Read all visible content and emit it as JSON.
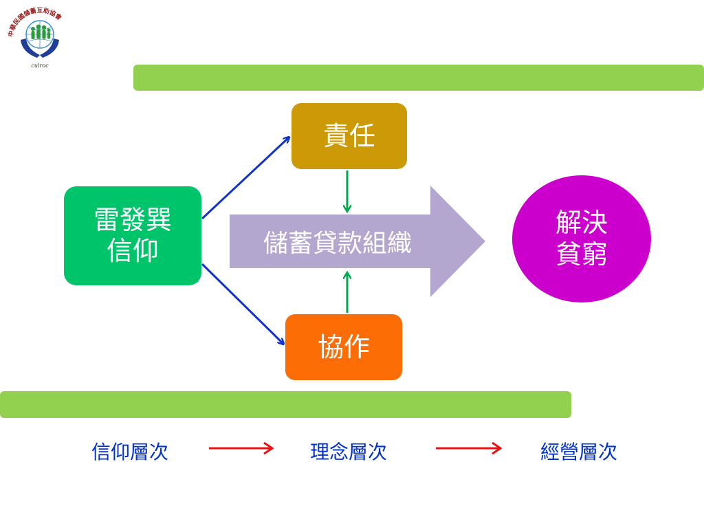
{
  "logo": {
    "org_name": "中華民國儲蓄互助協會",
    "abbr": "culroc"
  },
  "diagram": {
    "faith": "雷發巽\n信仰",
    "responsibility": "責任",
    "cooperation": "協作",
    "organization": "儲蓄貸款組織",
    "outcome": "解決\n貧窮"
  },
  "levels": [
    "信仰層次",
    "理念層次",
    "經營層次"
  ],
  "colors": {
    "green_bar": "#92d050",
    "responsibility": "#cc9a06",
    "faith": "#00c46a",
    "cooperation": "#fd6d05",
    "outcome": "#cc00cc",
    "organization_arrow": "#b4a7cf",
    "blue_arrow": "#1133cc",
    "green_arrow": "#00a84f",
    "red_arrow": "#ee1111",
    "level_text": "#0033cc"
  }
}
